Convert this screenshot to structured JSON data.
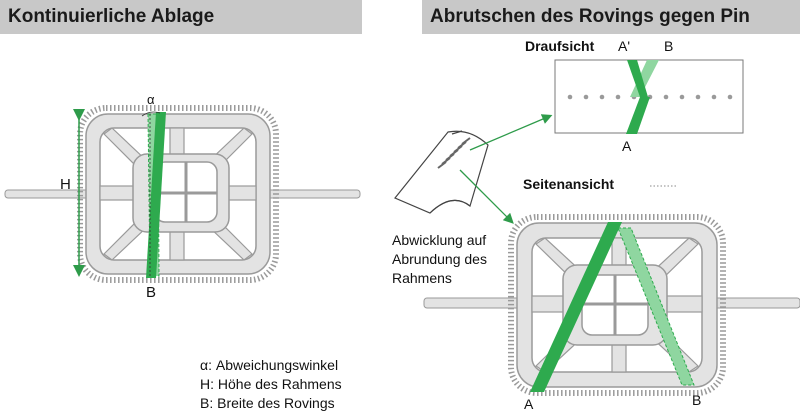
{
  "left_panel": {
    "title": "Kontinuierliche Ablage",
    "labels": {
      "alpha": "α",
      "height": "H",
      "width_point": "B"
    },
    "legend": [
      "α: Abweichungswinkel",
      "H:  Höhe des Rahmens",
      "B:  Breite des Rovings"
    ]
  },
  "right_panel": {
    "title": "Abrutschen des Rovings gegen Pin",
    "top_view": {
      "title": "Draufsicht",
      "label_a_prime": "A'",
      "label_b": "B",
      "label_a": "A"
    },
    "side_view": {
      "title": "Seitenansicht"
    },
    "unrolling_caption": [
      "Abwicklung auf",
      "Abrundung des",
      "Rahmens"
    ],
    "frame_labels": {
      "a": "A",
      "b": "B"
    }
  },
  "colors": {
    "header_bg": "#c8c8c8",
    "frame_fill": "#e3e3e3",
    "frame_stroke": "#9a9a9a",
    "roving_green": "#2eaa4e",
    "roving_green_light": "#8fd6a0",
    "arrow_green": "#2e9b4a"
  }
}
